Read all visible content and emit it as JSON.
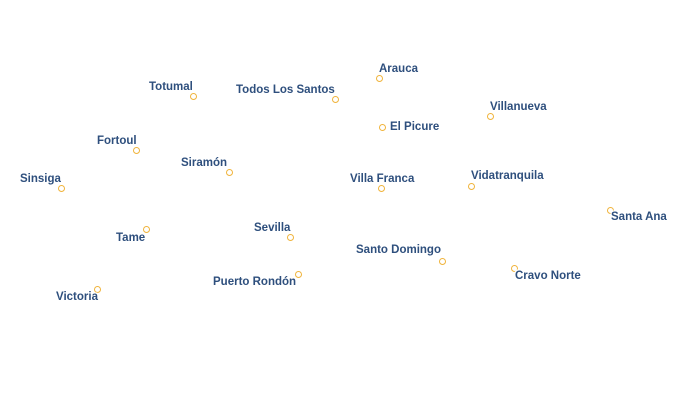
{
  "map": {
    "colors": {
      "background": "#ffffff",
      "label": "#2e4f7d",
      "marker_stroke": "#f0b43c",
      "marker_fill": "#ffffff",
      "halo": "#ffffff"
    },
    "places": [
      {
        "name": "Arauca"
      },
      {
        "name": "Totumal"
      },
      {
        "name": "Todos Los Santos"
      },
      {
        "name": "Villanueva"
      },
      {
        "name": "El Picure"
      },
      {
        "name": "Fortoul"
      },
      {
        "name": "Siramón"
      },
      {
        "name": "Sinsiga"
      },
      {
        "name": "Villa Franca"
      },
      {
        "name": "Vidatranquila"
      },
      {
        "name": "Santa Ana"
      },
      {
        "name": "Sevilla"
      },
      {
        "name": "Tame"
      },
      {
        "name": "Santo Domingo"
      },
      {
        "name": "Cravo Norte"
      },
      {
        "name": "Puerto Rondón"
      },
      {
        "name": "Victoria"
      }
    ]
  }
}
